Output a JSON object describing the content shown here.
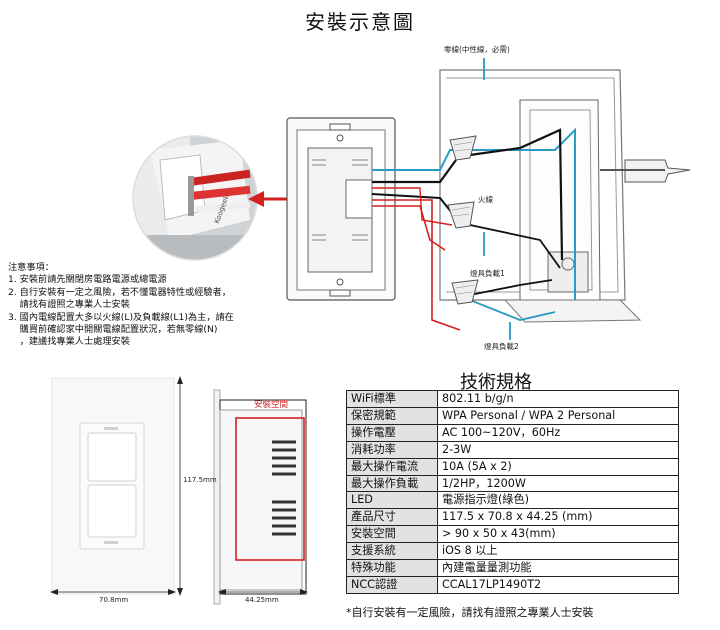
{
  "title": "安裝示意圖",
  "wire_labels": {
    "neutral": "零線(中性線，必需)",
    "live": "火線",
    "load1": "燈具負載1",
    "load2": "燈具負載2"
  },
  "brand_mark": "Koogeek",
  "notes": {
    "heading": "注意事項：",
    "items": [
      "1. 安裝前請先關閉房電路電源或總電源",
      "2. 自行安裝有一定之風險，若不懂電器特性或經驗者，",
      "    請找有證照之專業人士安裝",
      "3. 國內電線配置大多以火線(L)及負載線(L1)為主，請在",
      "    購買前確認家中開關電線配置狀況，若無零線(N)",
      "    ，建議找專業人士處理安裝"
    ]
  },
  "dimensions": {
    "height": "117.5mm",
    "width": "70.8mm",
    "depth": "44.25mm",
    "install_space": "安裝空間"
  },
  "spec_title": "技術規格",
  "spec_rows": [
    {
      "key": "WiFi標準",
      "value": "802.11 b/g/n"
    },
    {
      "key": "保密規範",
      "value": "WPA Personal / WPA 2 Personal"
    },
    {
      "key": "操作電壓",
      "value": "AC 100~120V，60Hz"
    },
    {
      "key": "消耗功率",
      "value": "2-3W"
    },
    {
      "key": "最大操作電流",
      "value": "10A (5A x 2)"
    },
    {
      "key": "最大操作負載",
      "value": "1/2HP，1200W"
    },
    {
      "key": "LED",
      "value": "電源指示燈(綠色)"
    },
    {
      "key": "產品尺寸",
      "value": "117.5 x 70.8 x 44.25 (mm)"
    },
    {
      "key": "安裝空間",
      "value": "> 90 x 50 x 43(mm)"
    },
    {
      "key": "支援系統",
      "value": "iOS 8 以上"
    },
    {
      "key": "特殊功能",
      "value": "內建電量量測功能"
    },
    {
      "key": "NCC認證",
      "value": "CCAL17LP1490T2"
    }
  ],
  "footnote": "*自行安裝有一定風險，請找有證照之專業人士安裝",
  "colors": {
    "live_wire": "#111111",
    "neutral_wire": "#2a9bc4",
    "load_wire_red": "#d42020",
    "arrow": "#d42020",
    "connector": "#e8e8e8",
    "table_key_bg": "#e2e2e2"
  }
}
